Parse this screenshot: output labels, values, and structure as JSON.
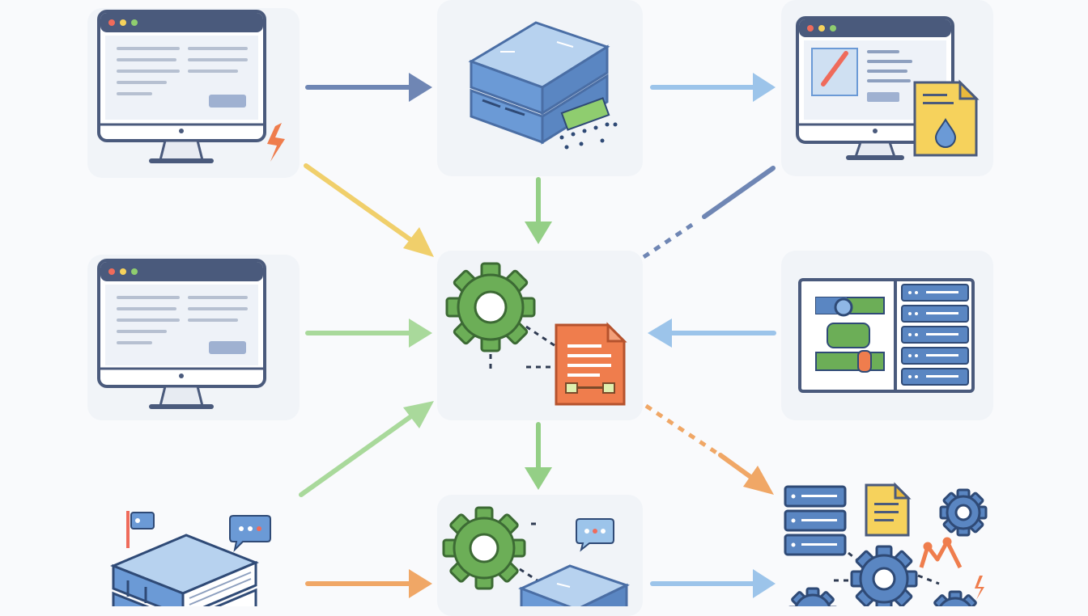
{
  "diagram": {
    "title": "",
    "nodes": [
      {
        "id": "client-a",
        "icon": "monitor-form-icon"
      },
      {
        "id": "storage-hub",
        "icon": "server-block-icon"
      },
      {
        "id": "editor-client",
        "icon": "monitor-editor-icon"
      },
      {
        "id": "client-b",
        "icon": "monitor-form-icon"
      },
      {
        "id": "processing-core",
        "icon": "gear-document-icon"
      },
      {
        "id": "admin-panel",
        "icon": "dashboard-panel-icon"
      },
      {
        "id": "knowledge-base",
        "icon": "book-stack-icon"
      },
      {
        "id": "pipeline-engine",
        "icon": "gear-server-icon"
      },
      {
        "id": "cluster",
        "icon": "server-gears-icon"
      }
    ],
    "edges": [
      {
        "from": "client-a",
        "to": "storage-hub",
        "color": "#6f86b4",
        "style": "solid"
      },
      {
        "from": "storage-hub",
        "to": "editor-client",
        "color": "#9cc4ea",
        "style": "solid"
      },
      {
        "from": "client-a",
        "to": "processing-core",
        "color": "#f0cf6b",
        "style": "solid"
      },
      {
        "from": "storage-hub",
        "to": "processing-core",
        "color": "#94cf86",
        "style": "solid"
      },
      {
        "from": "editor-client",
        "to": "processing-core",
        "color": "#6f86b4",
        "style": "dashed"
      },
      {
        "from": "client-b",
        "to": "processing-core",
        "color": "#a9d99b",
        "style": "solid"
      },
      {
        "from": "admin-panel",
        "to": "processing-core",
        "color": "#9cc4ea",
        "style": "solid"
      },
      {
        "from": "knowledge-base",
        "to": "processing-core",
        "color": "#a9d99b",
        "style": "solid"
      },
      {
        "from": "processing-core",
        "to": "pipeline-engine",
        "color": "#94cf86",
        "style": "solid"
      },
      {
        "from": "processing-core",
        "to": "cluster",
        "color": "#f0a766",
        "style": "dashed"
      },
      {
        "from": "knowledge-base",
        "to": "pipeline-engine",
        "color": "#f0a766",
        "style": "solid"
      },
      {
        "from": "pipeline-engine",
        "to": "cluster",
        "color": "#9cc4ea",
        "style": "solid"
      }
    ],
    "colors": {
      "background": "#f9fafc",
      "tile": "#f1f4f8",
      "navy": "#4a5a7c",
      "blue": "#6b9ad6",
      "green": "#6cae57",
      "orange": "#ef7d4d",
      "yellow": "#f6d25c"
    }
  }
}
